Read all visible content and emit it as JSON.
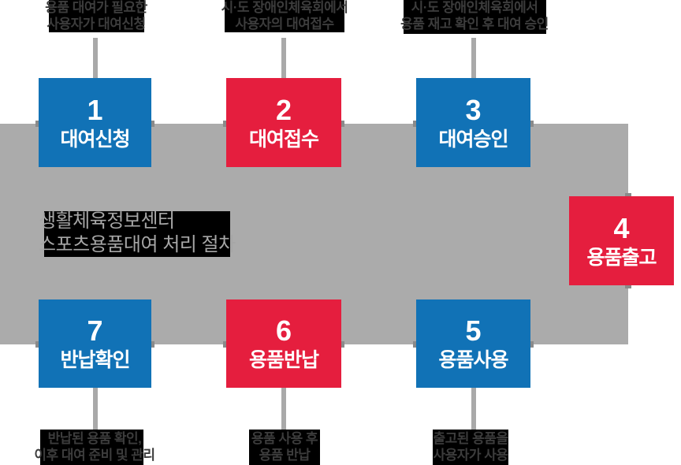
{
  "diagram": {
    "title": {
      "line1": "생활체육정보센터",
      "line2": "스포츠용품대여 처리 절차"
    },
    "steps": [
      {
        "number": "1",
        "label": "대여신청",
        "color": "blue"
      },
      {
        "number": "2",
        "label": "대여접수",
        "color": "red"
      },
      {
        "number": "3",
        "label": "대여승인",
        "color": "blue"
      },
      {
        "number": "4",
        "label": "용품출고",
        "color": "red"
      },
      {
        "number": "5",
        "label": "용품사용",
        "color": "blue"
      },
      {
        "number": "6",
        "label": "용품반납",
        "color": "red"
      },
      {
        "number": "7",
        "label": "반납확인",
        "color": "blue"
      }
    ],
    "callouts": [
      {
        "for_step": "1",
        "position": "top",
        "line1": "용품 대여가 필요한",
        "line2": "사용자가 대여신청"
      },
      {
        "for_step": "2",
        "position": "top",
        "line1": "시·도 장애인체육회에서",
        "line2": "사용자의 대여접수"
      },
      {
        "for_step": "3",
        "position": "top",
        "line1": "시·도 장애인체육회에서",
        "line2": "용품 재고 확인 후 대여 승인"
      },
      {
        "for_step": "5",
        "position": "bottom",
        "line1": "출고된 용품을",
        "line2": "사용자가 사용"
      },
      {
        "for_step": "6",
        "position": "bottom",
        "line1": "용품 사용 후",
        "line2": "용품 반납"
      },
      {
        "for_step": "7",
        "position": "bottom",
        "line1": "반납된 용품 확인,",
        "line2": "이후 대여 준비 및 관리"
      }
    ],
    "colors": {
      "step_blue": "#1172b6",
      "step_red": "#e51e3e",
      "band_gray": "#ababab",
      "notch_gray": "#8a8a8a",
      "callout_bg": "#000000",
      "callout_text": "#3c3c3c",
      "title_bg": "#000000",
      "title_text": "#a6a6a6",
      "step_text": "#ffffff"
    }
  }
}
